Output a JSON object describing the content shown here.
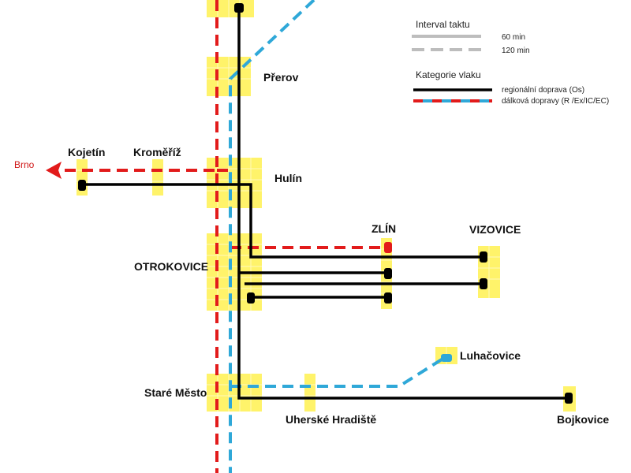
{
  "colors": {
    "highlight": "#fff36a",
    "regional": "#000000",
    "red": "#e21b1b",
    "blue": "#2fa8d8",
    "interval": "#bdbdbd"
  },
  "legend": {
    "interval_title": "Interval taktu",
    "interval_60": "60 min",
    "interval_120": "120 min",
    "category_title": "Kategorie vlaku",
    "regional": "regionální doprava (Os)",
    "longdistance": "dálková dopravy (R /Ex/IC/EC)"
  },
  "stations": {
    "prerov": "Přerov",
    "kojetin": "Kojetín",
    "kromeriz": "Kroměříž",
    "hulin": "Hulín",
    "zlin": "ZLÍN",
    "vizovice": "VIZOVICE",
    "otrokovice": "OTROKOVICE",
    "luhacovice": "Luhačovice",
    "stare_mesto": "Staré Město",
    "uherske_hradiste": "Uherské Hradiště",
    "bojkovice": "Bojkovice"
  },
  "directions": {
    "brno": "Brno"
  }
}
